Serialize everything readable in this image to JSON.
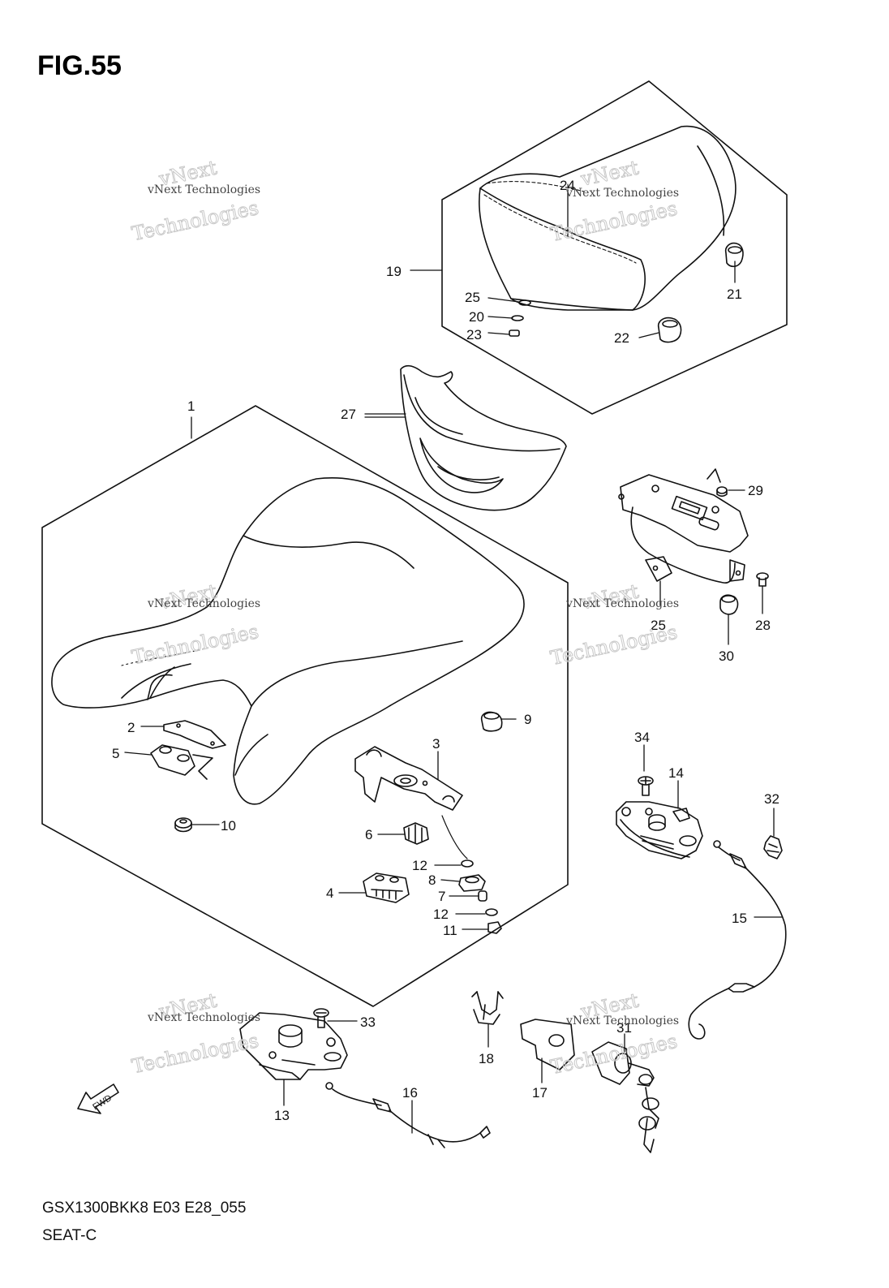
{
  "figure": {
    "title": "FIG.55",
    "model_code": "GSX1300BKK8 E03 E28_055",
    "section": "SEAT-C"
  },
  "watermark": {
    "line1": "vNext Technologies",
    "line2": "Technologies",
    "line0": "vNext"
  },
  "callouts": {
    "c1": "1",
    "c2": "2",
    "c3": "3",
    "c4": "4",
    "c5": "5",
    "c6": "6",
    "c7": "7",
    "c8": "8",
    "c9": "9",
    "c10": "10",
    "c11": "11",
    "c12a": "12",
    "c12b": "12",
    "c13": "13",
    "c14": "14",
    "c15": "15",
    "c16": "16",
    "c17": "17",
    "c18": "18",
    "c19": "19",
    "c20": "20",
    "c21": "21",
    "c22": "22",
    "c23": "23",
    "c24": "24",
    "c25a": "25",
    "c25b": "25",
    "c27": "27",
    "c28": "28",
    "c29": "29",
    "c30": "30",
    "c31": "31",
    "c32": "32",
    "c33": "33",
    "c34": "34"
  },
  "fwd_label": "FWD",
  "colors": {
    "ink": "#111111",
    "watermark": "#c8c8c8"
  }
}
